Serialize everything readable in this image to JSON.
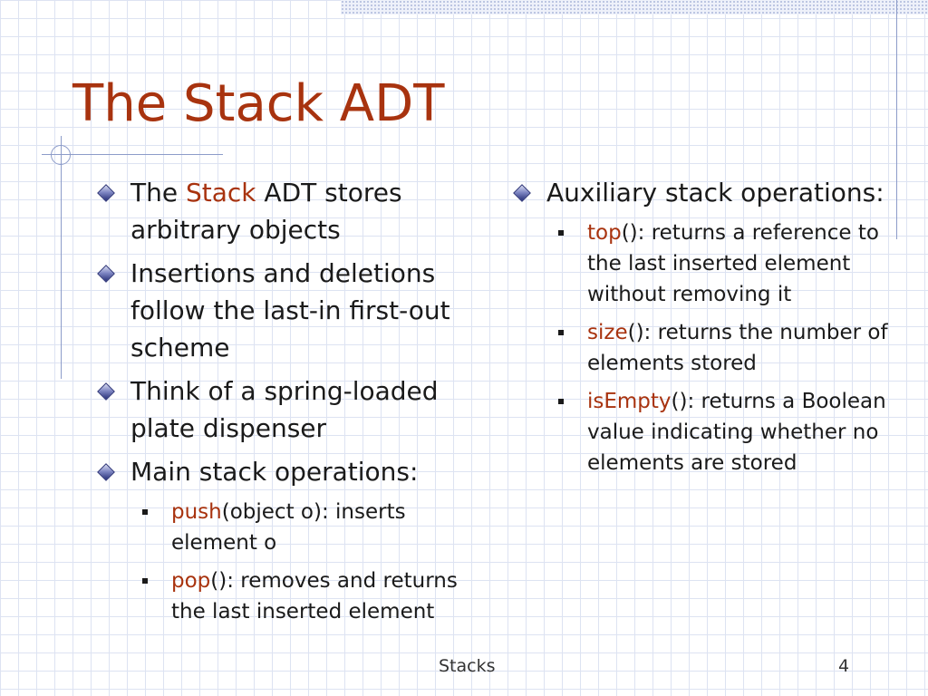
{
  "slide": {
    "title": "The Stack ADT",
    "footer_label": "Stacks",
    "page_number": "4",
    "accent_color": "#a8330f",
    "left_column": {
      "bullets": [
        {
          "pre": "The ",
          "hl": "Stack",
          "post": " ADT stores arbitrary objects"
        },
        {
          "text": "Insertions and deletions follow the last-in first-out scheme"
        },
        {
          "text": "Think of a spring-loaded plate dispenser"
        },
        {
          "text": "Main stack operations:"
        }
      ],
      "sub_items": [
        {
          "hl": "push",
          "post": "(object o): inserts element o"
        },
        {
          "hl": "pop",
          "post": "(): removes and returns the last inserted element"
        }
      ]
    },
    "right_column": {
      "bullet": "Auxiliary stack operations:",
      "sub_items": [
        {
          "hl": "top",
          "post": "(): returns a reference to the last inserted element without removing it"
        },
        {
          "hl": "size",
          "post": "(): returns the number of elements stored"
        },
        {
          "hl": "isEmpty",
          "post": "(): returns a Boolean value indicating whether no elements are stored"
        }
      ]
    }
  }
}
